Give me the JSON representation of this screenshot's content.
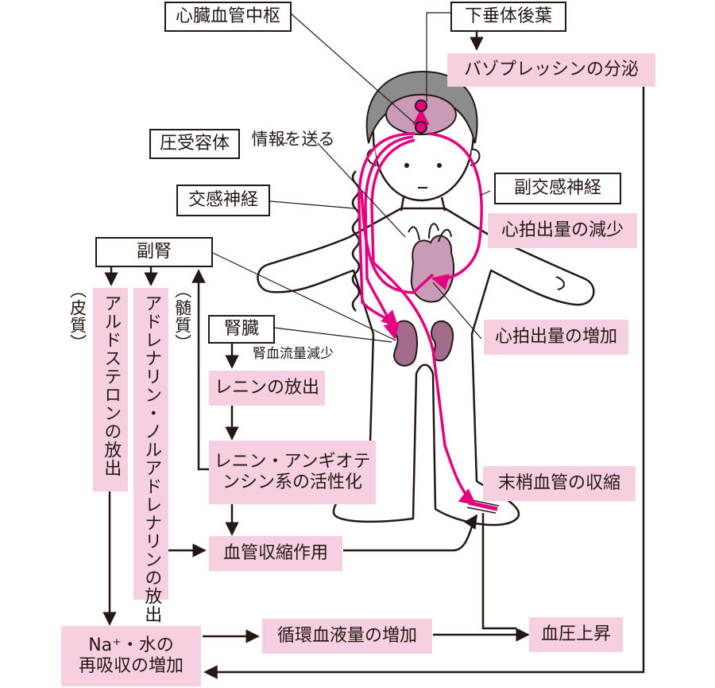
{
  "labels": {
    "center": "心臓血管中枢",
    "pituitary": "下垂体後葉",
    "vasopressin": "バゾプレッシンの分泌",
    "baroreceptor": "圧受容体",
    "send_info": "情報を送る",
    "sympathetic": "交感神経",
    "parasympathetic": "副交感神経",
    "co_decrease": "心拍出量の減少",
    "adrenal": "副腎",
    "cortex": "（皮質）",
    "medulla": "（髄質）",
    "aldosterone": "アルドステロンの放出",
    "adrenaline": "アドレナリン・ノルアドレナリンの放出",
    "kidney": "腎臓",
    "renal_flow": "腎血流量減少",
    "renin": "レニンの放出",
    "raa_line1": "レニン・アンギオテ",
    "raa_line2": "ンシン系の活性化",
    "co_increase": "心拍出量の増加",
    "vasoconstriction_peripheral": "末梢血管の収縮",
    "vasoconstrictive_action": "血管収縮作用",
    "na_line1": "Na⁺・水の",
    "na_line2": "再吸収の増加",
    "volume_increase": "循環血液量の増加",
    "bp_rise": "血圧上昇"
  },
  "colors": {
    "label_fill": "#f6cfe0",
    "nerve_pink": "#e4007f",
    "organ_fill": "#a36c8c",
    "brain_fill": "#c99bb7",
    "hair_fill": "#8c8c8c",
    "line_dark": "#231815"
  }
}
